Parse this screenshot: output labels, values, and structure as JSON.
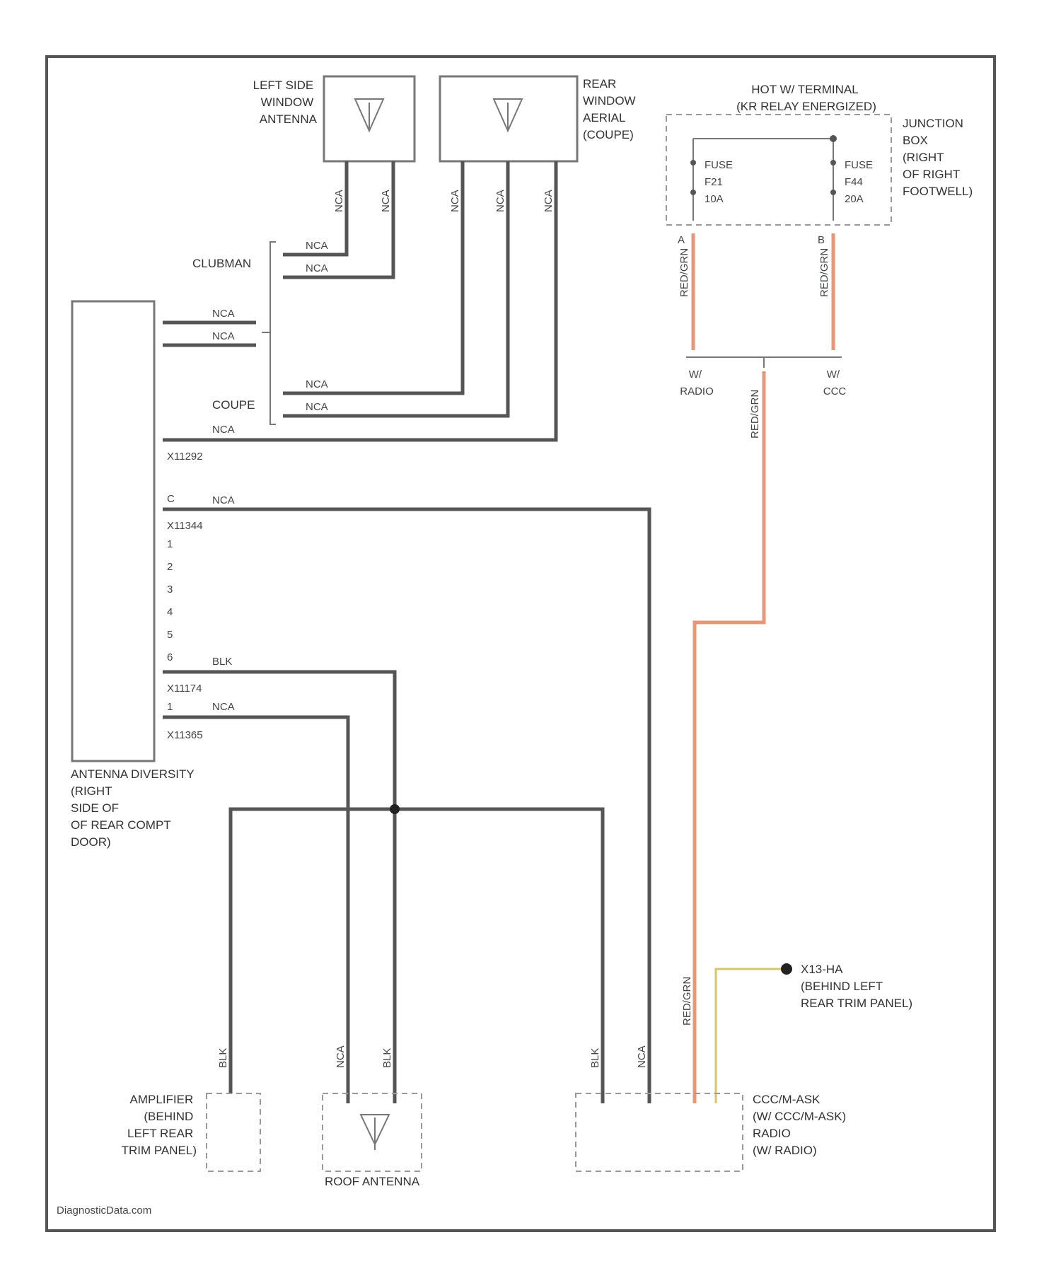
{
  "components": {
    "left_side_antenna": [
      "LEFT SIDE",
      "WINDOW",
      "ANTENNA"
    ],
    "rear_window_aerial": [
      "REAR",
      "WINDOW",
      "AERIAL",
      "(COUPE)"
    ],
    "hot_terminal": [
      "HOT W/ TERMINAL",
      "(KR RELAY ENERGIZED)"
    ],
    "junction_box": [
      "JUNCTION",
      "BOX",
      "(RIGHT",
      "OF RIGHT",
      "FOOTWELL)"
    ],
    "fuse_f21": [
      "FUSE",
      "F21",
      "10A"
    ],
    "fuse_f44": [
      "FUSE",
      "F44",
      "20A"
    ],
    "antenna_diversity": [
      "ANTENNA DIVERSITY",
      "(RIGHT",
      "SIDE OF",
      "OF REAR COMPT",
      "DOOR)"
    ],
    "amplifier": [
      "AMPLIFIER",
      "(BEHIND",
      "LEFT REAR",
      "TRIM PANEL)"
    ],
    "roof_antenna": "ROOF ANTENNA",
    "radio": [
      "CCC/M-ASK",
      "(W/ CCC/M-ASK)",
      "RADIO",
      "(W/ RADIO)"
    ],
    "ground": [
      "X13-HA",
      "(BEHIND LEFT",
      "REAR TRIM PANEL)"
    ]
  },
  "labels": {
    "clubman": "CLUBMAN",
    "coupe": "COUPE",
    "wire_nca": "NCA",
    "wire_blk": "BLK",
    "wire_red": "RED/GRN",
    "conn1": "X11292",
    "conn2": "X11344",
    "conn3": "X11174",
    "conn4": "X11365",
    "pin_c": "C",
    "pins": [
      "1",
      "2",
      "3",
      "4",
      "5",
      "6"
    ],
    "w_radio": [
      "W/",
      "RADIO"
    ],
    "w_ccc": [
      "W/",
      "CCC"
    ],
    "pin_a": "A",
    "pin_b": "B"
  },
  "footer": "DiagnosticData.com"
}
